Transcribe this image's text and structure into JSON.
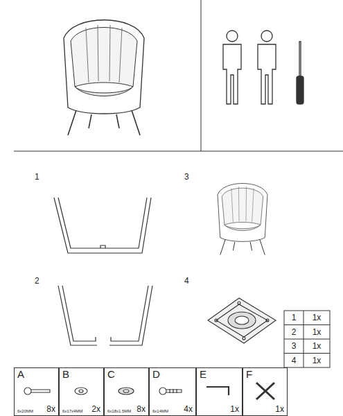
{
  "diagram": {
    "nodes": [
      {
        "text": [
          "A",
          "6x20MM",
          "8x"
        ]
      },
      {
        "text": [
          "B",
          "6x17x4MM",
          "2x"
        ]
      },
      {
        "text": [
          "C",
          "6x18x1.5MM",
          "8x"
        ]
      },
      {
        "text": [
          "D",
          "6x14MM",
          "4x"
        ]
      },
      {
        "text": [
          "E",
          "1x"
        ]
      },
      {
        "text": [
          "F",
          "1x"
        ]
      }
    ],
    "labels": [
      "1",
      "2",
      "3",
      "4",
      "1",
      "1x",
      "2",
      "1x",
      "3",
      "1x",
      "4",
      "1x"
    ]
  }
}
